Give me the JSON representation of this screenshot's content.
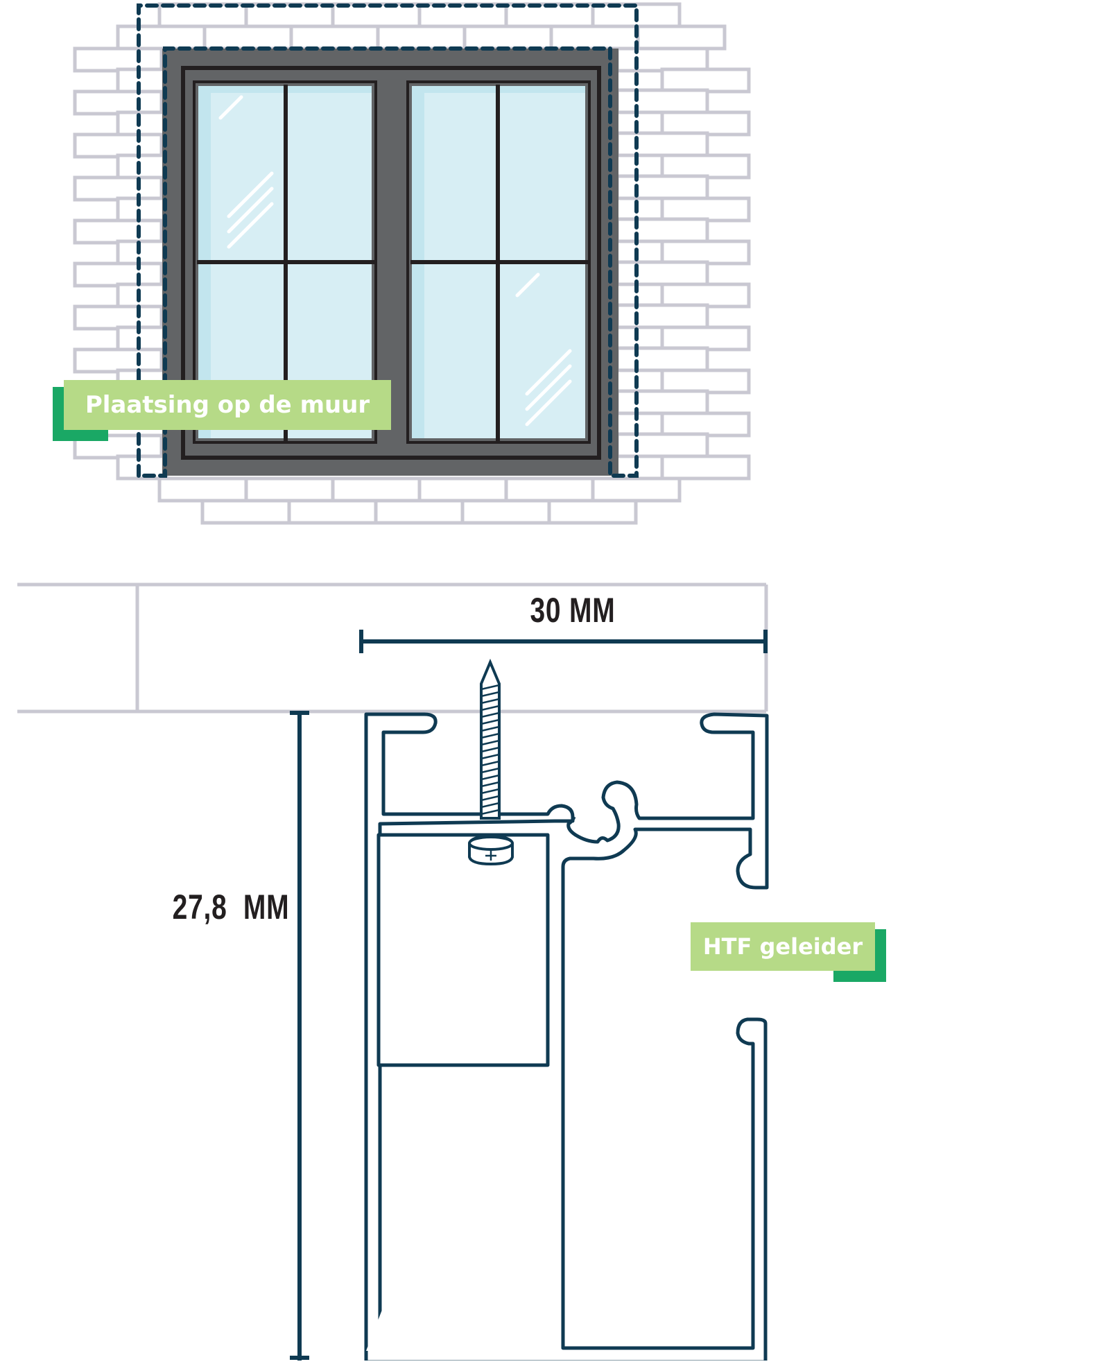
{
  "labels": {
    "wall_placement": "Plaatsing op de muur",
    "guide": "HTF geleider"
  },
  "dimensions": {
    "width": "30 MM",
    "height": "27,8  MM"
  },
  "colors": {
    "accent_green": "#1aa865",
    "label_green": "#b6da87",
    "frame_gray": "#626466",
    "glass": "#d7eef4",
    "brick_line": "#c9c8d2",
    "guide_outline": "#0f3a52",
    "dimension_line": "#0f3a52",
    "text_dark": "#231f20"
  }
}
